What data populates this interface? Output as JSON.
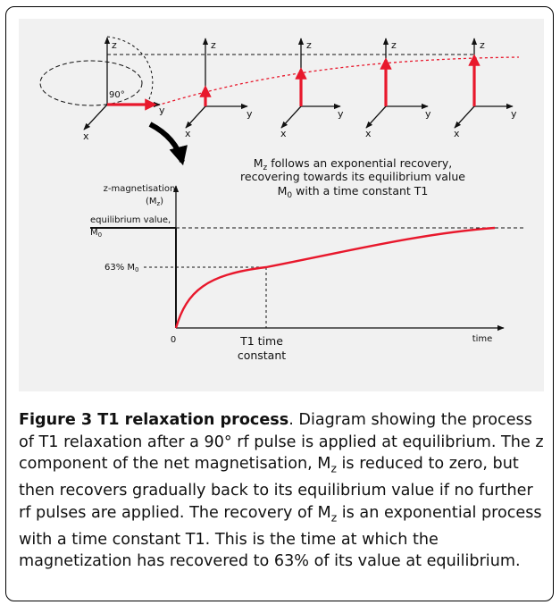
{
  "figure": {
    "angle_label": "90°",
    "axis_z": "z",
    "axis_x": "x",
    "axis_y": "y",
    "recovery_note": {
      "line1_sym": "M",
      "line1_sub": "z",
      "line1_rest": " follows an exponential recovery,",
      "line2": "recovering towards its equilibrium value",
      "line3_sym": "M",
      "line3_sub": "0",
      "line3_rest": " with a time constant T1"
    },
    "y_axis_label_line1": "z-magnetisation",
    "y_axis_label_line2_pre": "(M",
    "y_axis_label_line2_sub": "z",
    "y_axis_label_line2_post": ")",
    "equilibrium_label_line1": "equilibrium value,",
    "equilibrium_label_line2_sym": "M",
    "equilibrium_label_line2_sub": "0",
    "pct_label_pre": "63% M",
    "pct_label_sub": "0",
    "origin_label": "0",
    "t1_label_line1": "T1 time",
    "t1_label_line2": "constant",
    "time_label": "time"
  },
  "caption": {
    "label": "Figure 3 T1 relaxation process",
    "period": ".",
    "text_1": " Diagram showing the process of T1 relaxation after a 90° rf pulse is applied at equilibrium. The z component of the net magnetisation, M",
    "sub_1": "z",
    "text_2": " is reduced to zero, but then recovers gradually back to its equilibrium value if no further rf pulses are applied. The recovery of M",
    "sub_2": "z",
    "text_3": " is an exponential process with a time constant T1. This is the time at which the magnetization has recovered to 63% of its value at equilibrium."
  },
  "colors": {
    "accent_red": "#e8182c",
    "panel_bg": "#f1f1f1",
    "ink": "#111111"
  }
}
